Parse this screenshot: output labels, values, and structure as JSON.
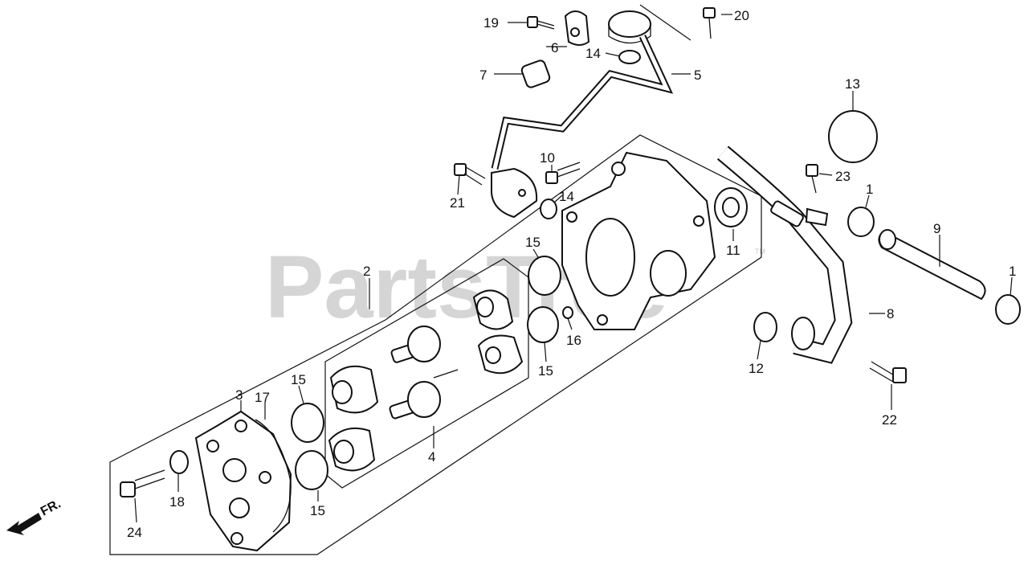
{
  "watermark": {
    "text": "PartsTree",
    "tm": "TM"
  },
  "direction": {
    "label": "FR."
  },
  "labels": [
    {
      "id": "l19",
      "text": "19"
    },
    {
      "id": "l20",
      "text": "20"
    },
    {
      "id": "l6",
      "text": "6"
    },
    {
      "id": "l14a",
      "text": "14"
    },
    {
      "id": "l7",
      "text": "7"
    },
    {
      "id": "l5",
      "text": "5"
    },
    {
      "id": "l13",
      "text": "13"
    },
    {
      "id": "l10",
      "text": "10"
    },
    {
      "id": "l14b",
      "text": "14"
    },
    {
      "id": "l21",
      "text": "21"
    },
    {
      "id": "l23",
      "text": "23"
    },
    {
      "id": "l1a",
      "text": "1"
    },
    {
      "id": "l9",
      "text": "9"
    },
    {
      "id": "l1b",
      "text": "1"
    },
    {
      "id": "l11",
      "text": "11"
    },
    {
      "id": "l2",
      "text": "2"
    },
    {
      "id": "l15a",
      "text": "15"
    },
    {
      "id": "l16",
      "text": "16"
    },
    {
      "id": "l15b",
      "text": "15"
    },
    {
      "id": "l8",
      "text": "8"
    },
    {
      "id": "l12",
      "text": "12"
    },
    {
      "id": "l22",
      "text": "22"
    },
    {
      "id": "l3",
      "text": "3"
    },
    {
      "id": "l17",
      "text": "17"
    },
    {
      "id": "l15c",
      "text": "15"
    },
    {
      "id": "l4",
      "text": "4"
    },
    {
      "id": "l18",
      "text": "18"
    },
    {
      "id": "l15d",
      "text": "15"
    },
    {
      "id": "l24",
      "text": "24"
    }
  ]
}
